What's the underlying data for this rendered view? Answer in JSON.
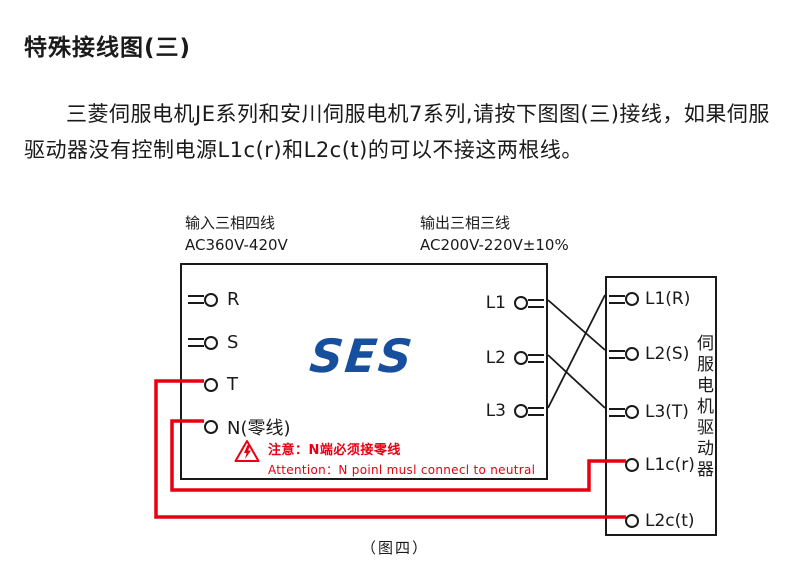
{
  "doc": {
    "title": "特殊接线图(三)",
    "body": "三菱伺服电机JE系列和安川伺服电机7系列,请按下图图(三)接线，如果伺服驱动器没有控制电源L1c(r)和L2c(t)的可以不接这两根线。",
    "caption": "（图四）"
  },
  "diagram": {
    "input_label": "输入三相四线",
    "input_spec": "AC360V-420V",
    "output_label": "输出三相三线",
    "output_spec": "AC200V-220V±10%",
    "logo_text": "SES",
    "main_terminals_left": [
      "R",
      "S",
      "T",
      "N(零线)"
    ],
    "main_terminals_right": [
      "L1",
      "L2",
      "L3"
    ],
    "warning_zh": "注意：N端必须接零线",
    "warning_en": "Attention：N poinl musl connecl to neutral",
    "drive_terminals": [
      "L1(R)",
      "L2(S)",
      "L3(T)",
      "L1c(r)",
      "L2c(t)"
    ],
    "drive_side_label": "伺服电机驱动器",
    "colors": {
      "wire_red": "#e60012",
      "warning_red": "#e60012",
      "logo_blue": "#164f9e",
      "line_black": "#1a1a1a"
    }
  }
}
